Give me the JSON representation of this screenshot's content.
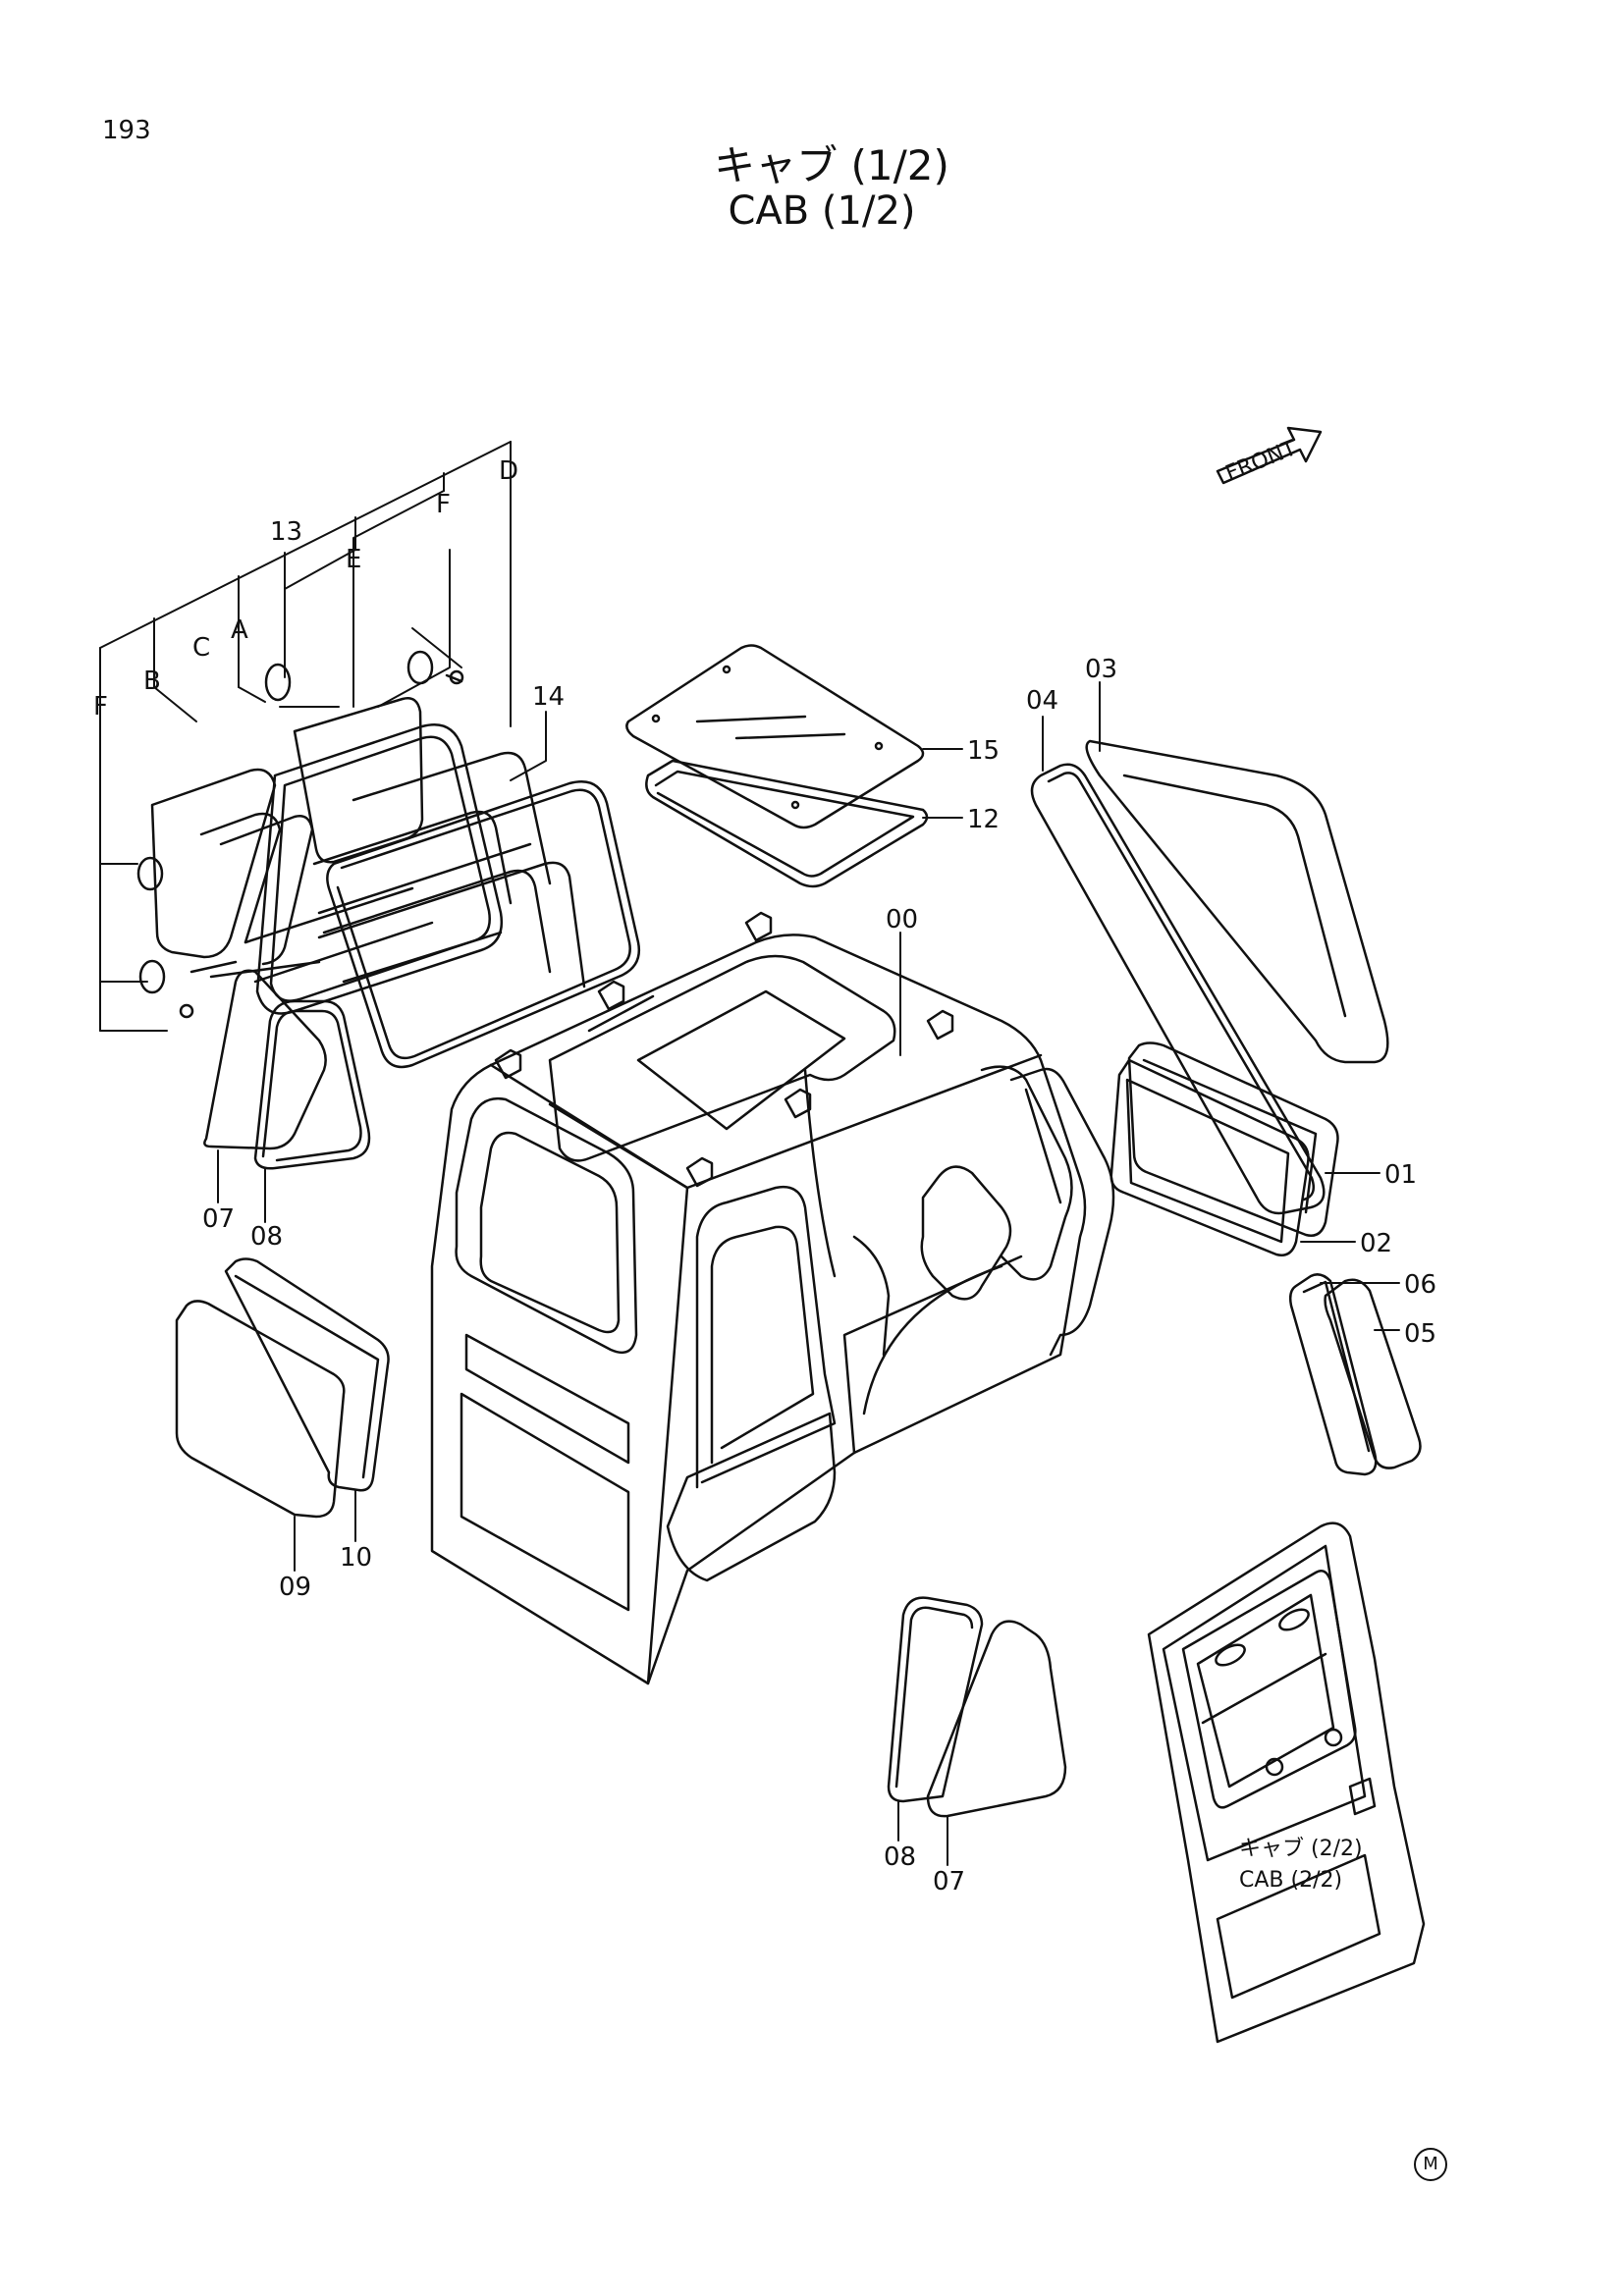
{
  "page_number": "193",
  "title_jp": "キャブ (1/2)",
  "title_en": "CAB (1/2)",
  "front_label": "FRONT",
  "cross_ref_jp": "キャブ (2/2)",
  "cross_ref_en": "CAB (2/2)",
  "maker_mark": "M",
  "callouts": {
    "c13": "13",
    "cD": "D",
    "cF1": "F",
    "cE": "E",
    "cA": "A",
    "cC": "C",
    "cB": "B",
    "cF2": "F",
    "c14": "14",
    "c15": "15",
    "c12": "12",
    "c04": "04",
    "c03": "03",
    "c00": "00",
    "c01": "01",
    "c02": "02",
    "c06": "06",
    "c05": "05",
    "c07a": "07",
    "c08a": "08",
    "c09": "09",
    "c10": "10",
    "c08b": "08",
    "c07b": "07"
  }
}
